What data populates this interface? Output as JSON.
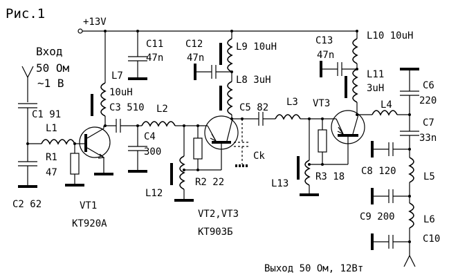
{
  "figure": {
    "title": "Рис.1",
    "supply": "+13V",
    "input_label": "Вход",
    "input_imp": "50  Ом",
    "input_volt": "~1  В",
    "output_label": "Выход 50 Ом, 12Вт"
  },
  "components": {
    "c1": "C1  91",
    "c2": "C2  62",
    "l1": "L1",
    "r1": "R1",
    "r1_val": "47",
    "vt1": "VT1",
    "vt1_type": "KT920A",
    "c11": "C11",
    "c11_val": "47n",
    "l7": "L7",
    "l7_val": "10uH",
    "c3": "C3  510",
    "l2": "L2",
    "c4": "C4",
    "c4_val": "300",
    "l12": "L12",
    "r2": "R2  22",
    "vt23": "VT2,VT3",
    "vt23_type": "KT903Б",
    "c12": "C12",
    "c12_val": "47n",
    "l9": "L9  10uH",
    "l8": "L8  3uH",
    "c5": "C5  82",
    "l3": "L3",
    "ck": "Ck",
    "vt3": "VT3",
    "l13": "L13",
    "r3": "R3  18",
    "c13": "C13",
    "c13_val": "47n",
    "l10": "L10  10uH",
    "l11": "L11",
    "l11_val": "3uH",
    "l4": "L4",
    "c6": "C6",
    "c6_val": "220",
    "c7": "C7",
    "c7_val": "33n",
    "c8": "C8  120",
    "l5": "L5",
    "c9": "C9  200",
    "l6": "L6",
    "c10": "C10"
  }
}
